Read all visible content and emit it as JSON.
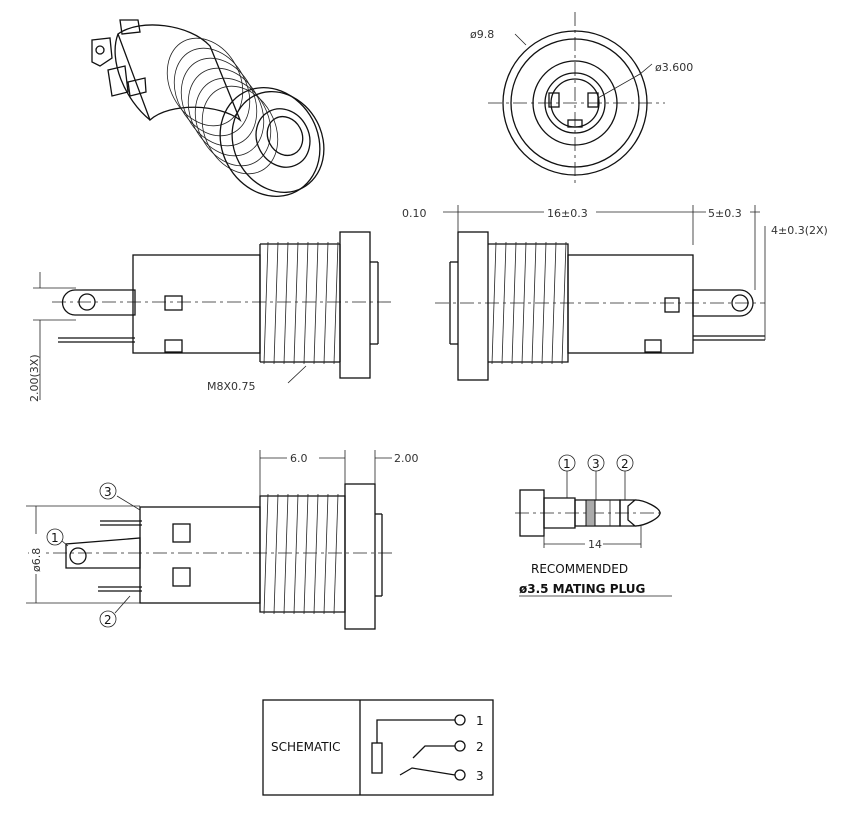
{
  "dimensions": {
    "outer_diameter": "ø9.8",
    "center_hole": "ø3.600",
    "flange_thickness": "0.10",
    "body_length": "16±0.3",
    "pin_length": "5±0.3",
    "pin_height": "4±0.3(2X)",
    "pin_spacing": "2.00(3X)",
    "thread": "M8X0.75",
    "thread_length": "6.0",
    "flange_width": "2.00",
    "body_diameter": "ø6.8",
    "plug_length": "14"
  },
  "pins": {
    "pin1": "1",
    "pin2": "2",
    "pin3": "3"
  },
  "plug": {
    "caption_line1": "RECOMMENDED",
    "caption_line2": "ø3.5 MATING PLUG"
  },
  "schematic": {
    "label": "SCHEMATIC",
    "terminals": [
      "1",
      "2",
      "3"
    ]
  }
}
